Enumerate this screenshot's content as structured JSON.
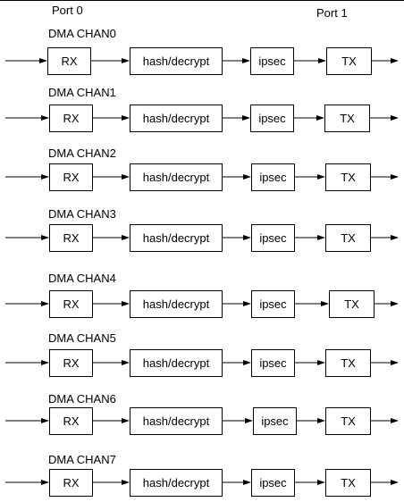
{
  "diagram": {
    "port_in_label": "Port 0",
    "port_out_label": "Port 1",
    "stages": [
      "RX",
      "hash/decrypt",
      "ipsec",
      "TX"
    ],
    "channels": [
      {
        "label": "DMA CHAN0"
      },
      {
        "label": "DMA CHAN1"
      },
      {
        "label": "DMA CHAN2"
      },
      {
        "label": "DMA CHAN3"
      },
      {
        "label": "DMA CHAN4"
      },
      {
        "label": "DMA CHAN5"
      },
      {
        "label": "DMA CHAN6"
      },
      {
        "label": "DMA CHAN7"
      }
    ]
  }
}
